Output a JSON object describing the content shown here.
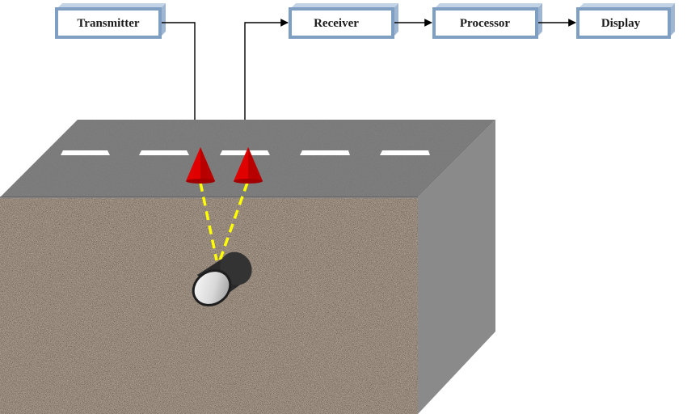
{
  "blocks": {
    "transmitter": "Transmitter",
    "receiver": "Receiver",
    "processor": "Processor",
    "display": "Display"
  },
  "colors": {
    "block_face": "#ffffff",
    "block_border": "#7f9fc2",
    "block_side": "#9fb6d3",
    "road_surface": "#7a7a7a",
    "road_side": "#8a8a8a",
    "soil": "#a39484",
    "lane_marking": "#ffffff",
    "antenna": "#e00000",
    "signal_path": "#ffff00",
    "pipe": "#2a2a2a"
  },
  "icons": {
    "transmit_antenna": "red-cone-antenna",
    "receive_antenna": "red-cone-antenna",
    "buried_object": "buried-pipe-cylinder"
  }
}
